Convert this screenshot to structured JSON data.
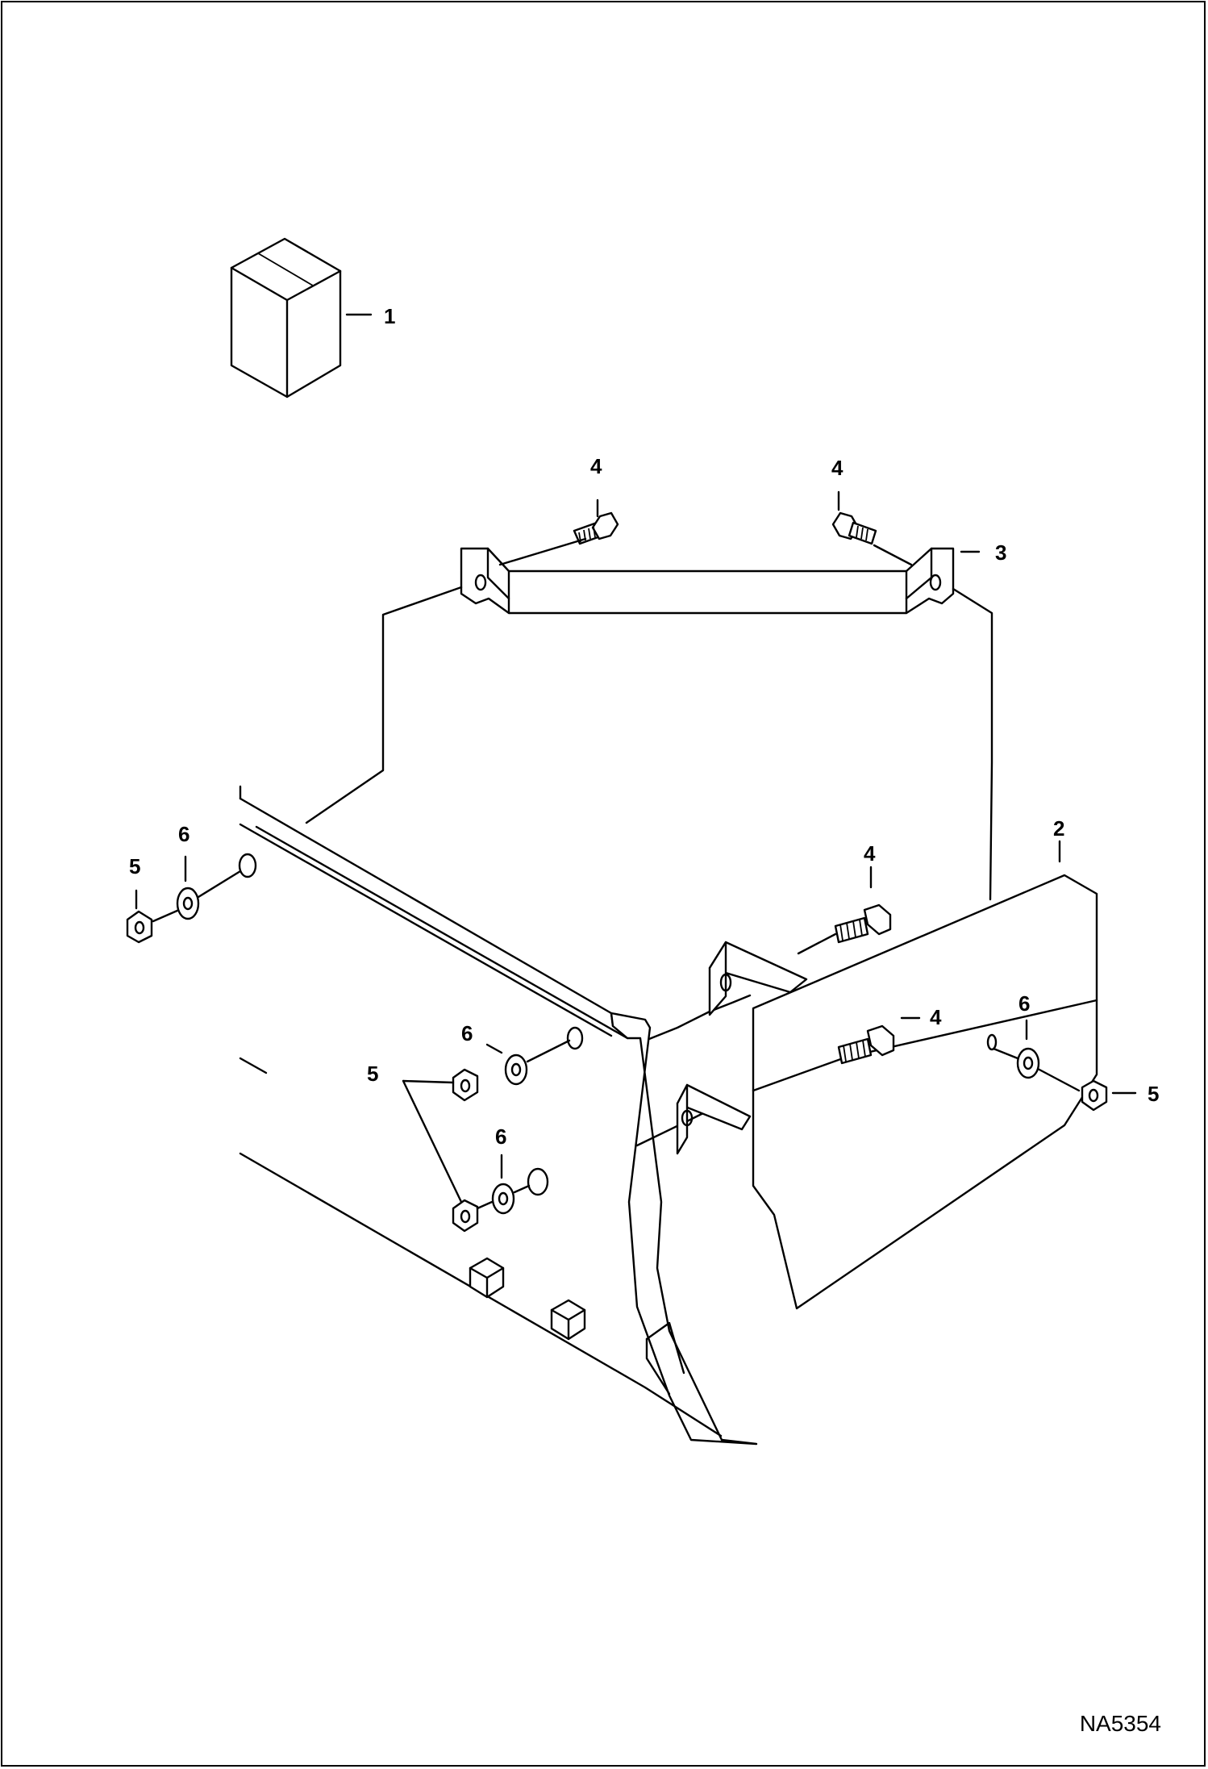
{
  "diagram": {
    "figure_id": "NA5354",
    "callouts": {
      "c1": "1",
      "c2": "2",
      "c3": "3",
      "c4a": "4",
      "c4b": "4",
      "c4c": "4",
      "c4d": "4",
      "c5a": "5",
      "c5b": "5",
      "c5c": "5",
      "c6a": "6",
      "c6b": "6",
      "c6c": "6",
      "c6d": "6"
    }
  }
}
